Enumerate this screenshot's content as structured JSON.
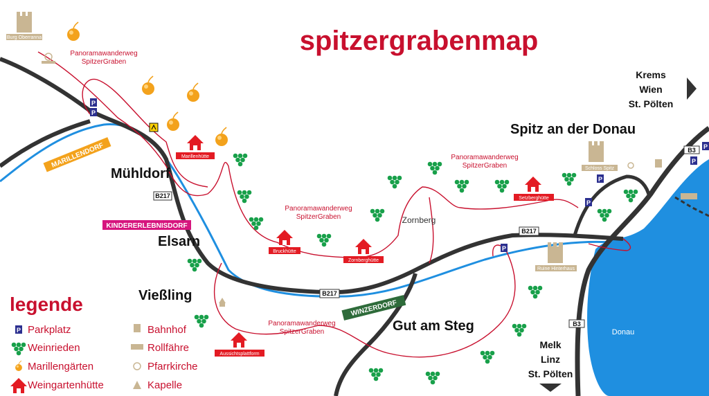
{
  "title": "spitzergrabenmap",
  "colors": {
    "red": "#c8102e",
    "blue": "#1f8fe0",
    "road": "#333333",
    "gold": "#b3a07a",
    "green": "#18a04a",
    "orange": "#f3a21c",
    "magenta": "#d6157e",
    "darkgreen": "#2e6b3a",
    "navy": "#2b2f8f"
  },
  "directions": {
    "northeast": [
      "Krems",
      "Wien",
      "St. Pölten"
    ],
    "south": [
      "Melk",
      "Linz",
      "St. Pölten"
    ]
  },
  "places": {
    "muehldorf": "Mühldorf",
    "elsarn": "Elsarn",
    "viessling": "Vießling",
    "gut_am_steg": "Gut am Steg",
    "spitz": "Spitz an der Donau",
    "zornberg": "Zornberg",
    "donau": "Donau"
  },
  "banners": {
    "marillendorf": "MARILLENDORF",
    "kindererlebnisdorf": "KINDERERLEBNISDORF",
    "winzerdorf": "WINZERDORF"
  },
  "roads": {
    "b217": "B217",
    "b3": "B3"
  },
  "trail_labels": [
    {
      "line1": "Panoramawanderweg",
      "line2": "SpitzerGraben"
    },
    {
      "line1": "Panoramawanderweg",
      "line2": "SpitzerGraben"
    },
    {
      "line1": "Panoramawanderweg",
      "line2": "SpitzerGraben"
    },
    {
      "line1": "Panoramawanderweg",
      "line2": "SpitzerGraben"
    }
  ],
  "huts": [
    "Marillenhütte",
    "Bruckhütte",
    "Zornberghütte",
    "Setzberghütte",
    "Aussichtsplattform"
  ],
  "landmarks": {
    "burg": "Burg Oberranna",
    "schloss": "Schloss Spitz",
    "ruine": "Ruine Hinterhaus"
  },
  "legend": {
    "title": "legende",
    "items": [
      {
        "icon": "parking-icon",
        "label": "Parkplatz"
      },
      {
        "icon": "grape-icon",
        "label": "Weinrieden"
      },
      {
        "icon": "apricot-icon",
        "label": "Marillengärten"
      },
      {
        "icon": "hut-icon",
        "label": "Weingartenhütte"
      },
      {
        "icon": "train-icon",
        "label": "Bahnhof"
      },
      {
        "icon": "ferry-icon",
        "label": "Rollfähre"
      },
      {
        "icon": "church-icon",
        "label": "Pfarrkirche"
      },
      {
        "icon": "chapel-icon",
        "label": "Kapelle"
      }
    ]
  },
  "parking_label": "P"
}
